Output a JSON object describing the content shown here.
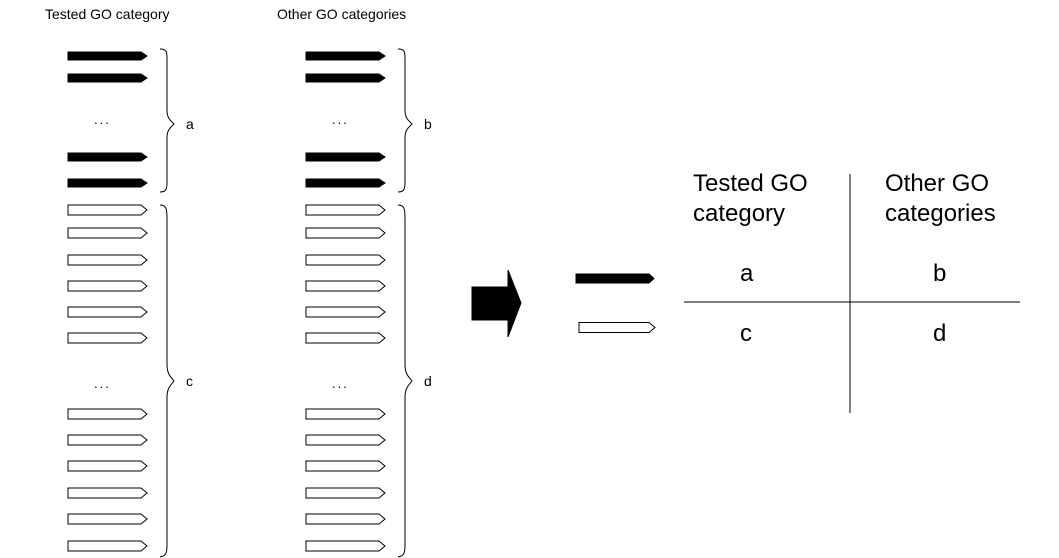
{
  "diagram": {
    "left_column_title": "Tested GO category",
    "right_column_title": "Other GO categories",
    "ellipsis": "...",
    "brace_labels": {
      "a": "a",
      "b": "b",
      "c": "c",
      "d": "d"
    },
    "table": {
      "headers": [
        [
          "Tested GO",
          "category"
        ],
        [
          "Other GO",
          "categories"
        ]
      ],
      "rows": [
        [
          "a",
          "b"
        ],
        [
          "c",
          "d"
        ]
      ]
    },
    "colors": {
      "ink": "#000000",
      "background": "#ffffff"
    }
  }
}
